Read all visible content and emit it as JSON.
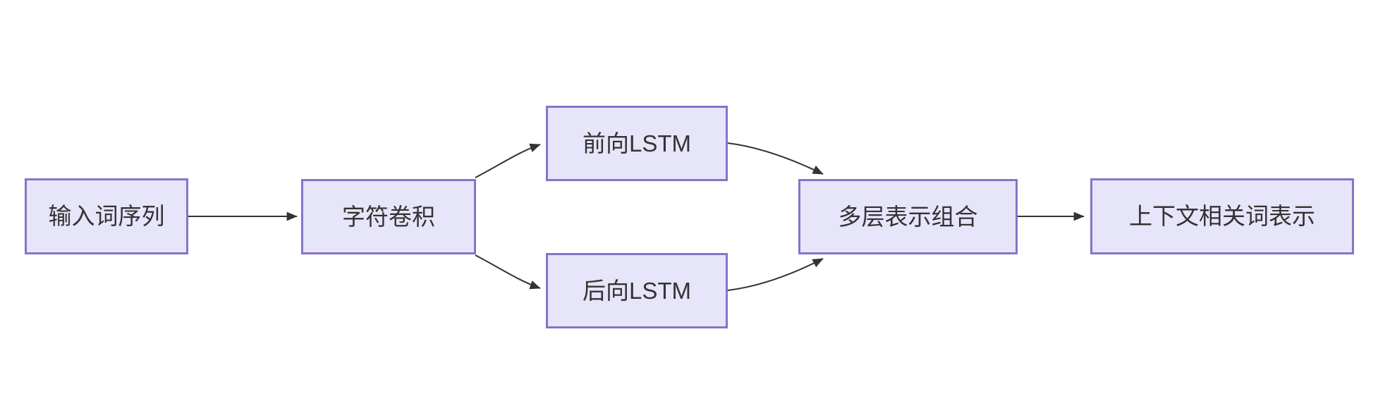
{
  "diagram": {
    "type": "flowchart-LR",
    "colors": {
      "background": "#ffffff",
      "node_fill": "#E6E5FA",
      "node_border": "#8873C8",
      "edge": "#333333",
      "text": "#333333"
    },
    "nodes": [
      {
        "id": "input-sequence",
        "label": "输入词序列"
      },
      {
        "id": "char-conv",
        "label": "字符卷积"
      },
      {
        "id": "forward-lstm",
        "label": "前向LSTM"
      },
      {
        "id": "backward-lstm",
        "label": "后向LSTM"
      },
      {
        "id": "combine-layers",
        "label": "多层表示组合"
      },
      {
        "id": "context-repr",
        "label": "上下文相关词表示"
      }
    ],
    "edges": [
      {
        "from": "input-sequence",
        "to": "char-conv"
      },
      {
        "from": "char-conv",
        "to": "forward-lstm"
      },
      {
        "from": "char-conv",
        "to": "backward-lstm"
      },
      {
        "from": "forward-lstm",
        "to": "combine-layers"
      },
      {
        "from": "backward-lstm",
        "to": "combine-layers"
      },
      {
        "from": "combine-layers",
        "to": "context-repr"
      }
    ]
  }
}
